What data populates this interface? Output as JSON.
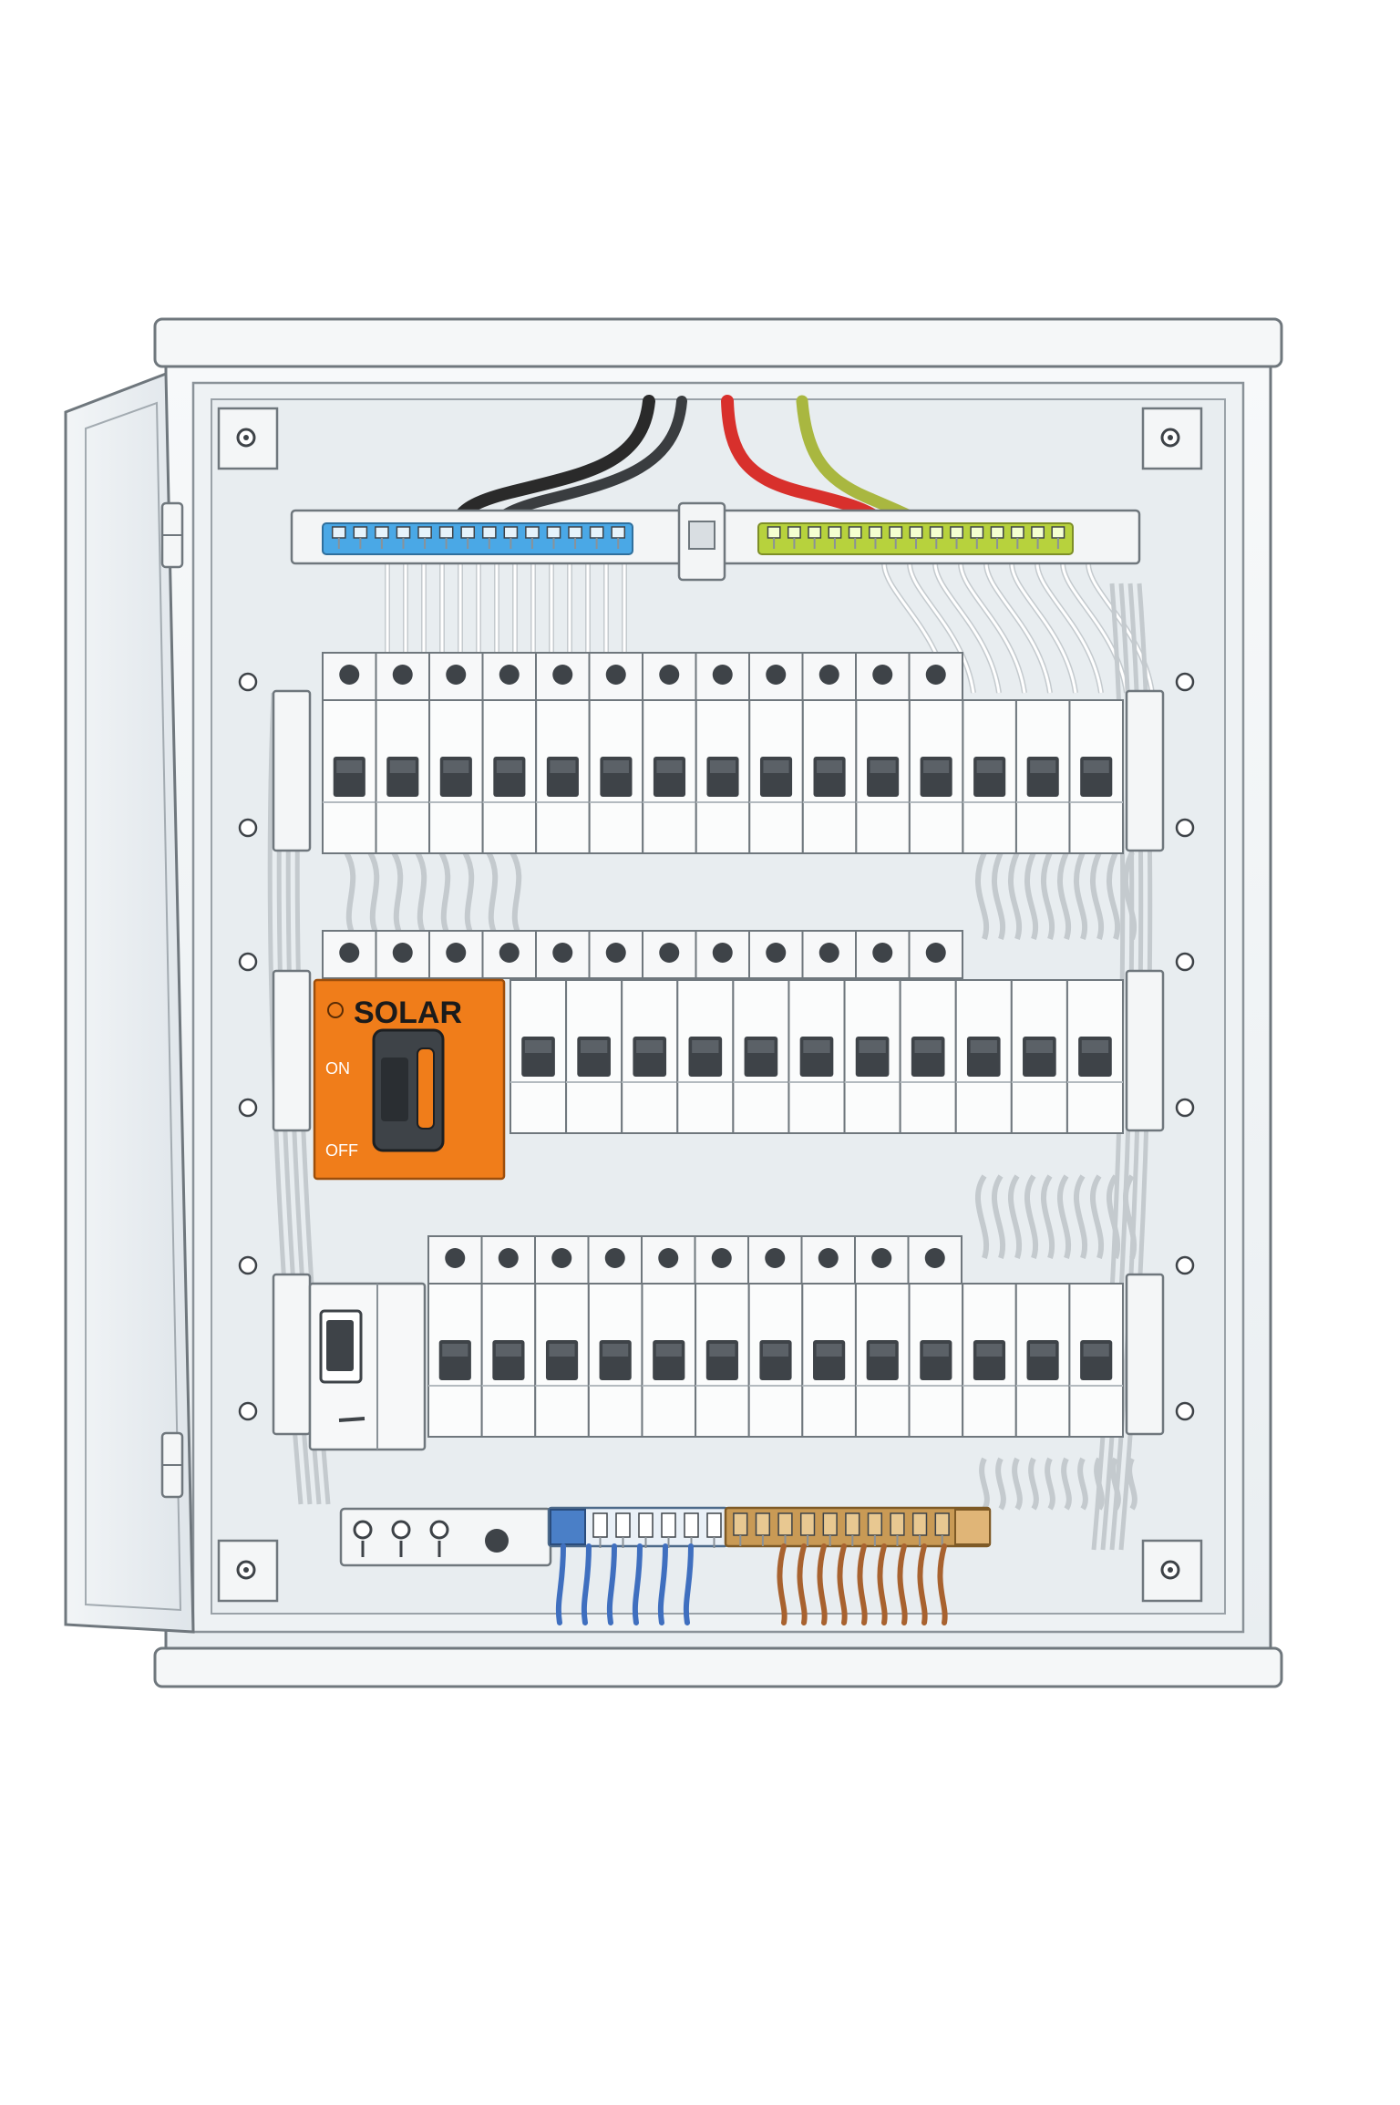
{
  "solar_breaker": {
    "label": "SOLAR",
    "on_label": "ON",
    "off_label": "OFF",
    "state": "on"
  },
  "breaker_rows": [
    {
      "count": 15,
      "indicator_count": 12
    },
    {
      "count": 11,
      "indicator_count": 12
    },
    {
      "count": 13,
      "indicator_count": 10
    }
  ],
  "bus_bars": {
    "neutral": {
      "terminal_count": 14
    },
    "earth": {
      "terminal_count": 15
    },
    "bottom_neutral": {
      "terminal_count": 6
    },
    "bottom_earth": {
      "terminal_count": 10
    }
  },
  "colors": {
    "neutral_bar": "#4aa8e6",
    "earth_bar": "#b7d23d",
    "solar_accent": "#f07d1a",
    "live_cable": "#d8302c",
    "earth_cable": "#a9b740",
    "black_cable": "#2a2a2a",
    "blue_wire": "#3f6fbf",
    "brown_wire": "#a8622f",
    "brass_bar": "#c99a55",
    "switch_dark": "#3e4348"
  }
}
